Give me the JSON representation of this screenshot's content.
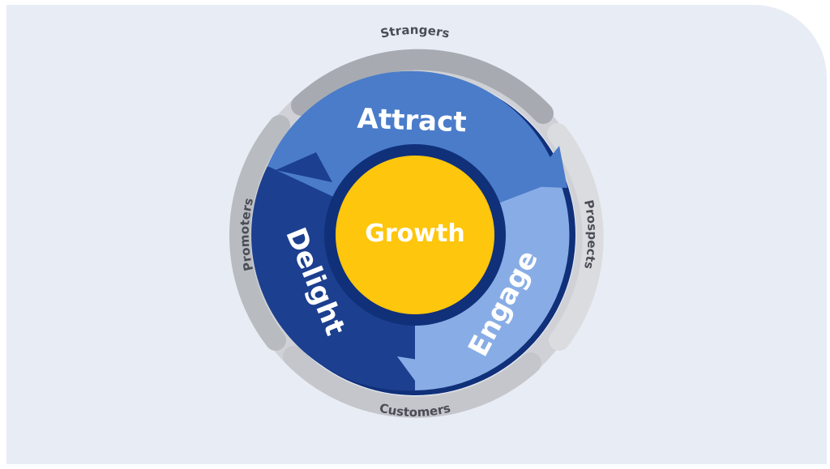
{
  "diagram": {
    "center": {
      "label": "Growth",
      "color": "#fec60c"
    },
    "stages": [
      {
        "label": "Attract",
        "color": "#4a7cc9"
      },
      {
        "label": "Engage",
        "color": "#88ade6"
      },
      {
        "label": "Delight",
        "color": "#1c3f8f"
      }
    ],
    "audiences": [
      {
        "label": "Strangers"
      },
      {
        "label": "Prospects"
      },
      {
        "label": "Customers"
      },
      {
        "label": "Promoters"
      }
    ],
    "colors": {
      "panel": "#e8ecf5",
      "outer_ring": "#a7abb1",
      "outer_ring_light": "#cfd1d6",
      "navy": "#10307a"
    }
  }
}
